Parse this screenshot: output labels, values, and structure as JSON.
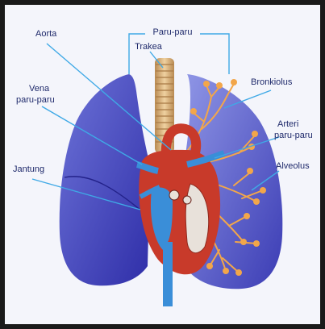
{
  "labels": {
    "paru_paru": "Paru-paru",
    "trakea": "Trakea",
    "aorta": "Aorta",
    "bronkiolus": "Bronkiolus",
    "vena": "Vena",
    "vena_line2": "paru-paru",
    "arteri": "Arteri",
    "arteri_line2": "paru-paru",
    "alveolus": "Alveolus",
    "jantung": "Jantung"
  },
  "colors": {
    "background_photo_border": "#1a1a1a",
    "paper": "#f4f5fb",
    "lung_dark": "#3c3fb8",
    "lung_light": "#7e86e0",
    "label_text": "#1f2a6b",
    "leader_line": "#3fa9e6",
    "heart_red": "#c83a2a",
    "vessel_blue": "#3a8ed8",
    "alveoli_orange": "#f2a64a",
    "trachea": "#d9b27a"
  }
}
